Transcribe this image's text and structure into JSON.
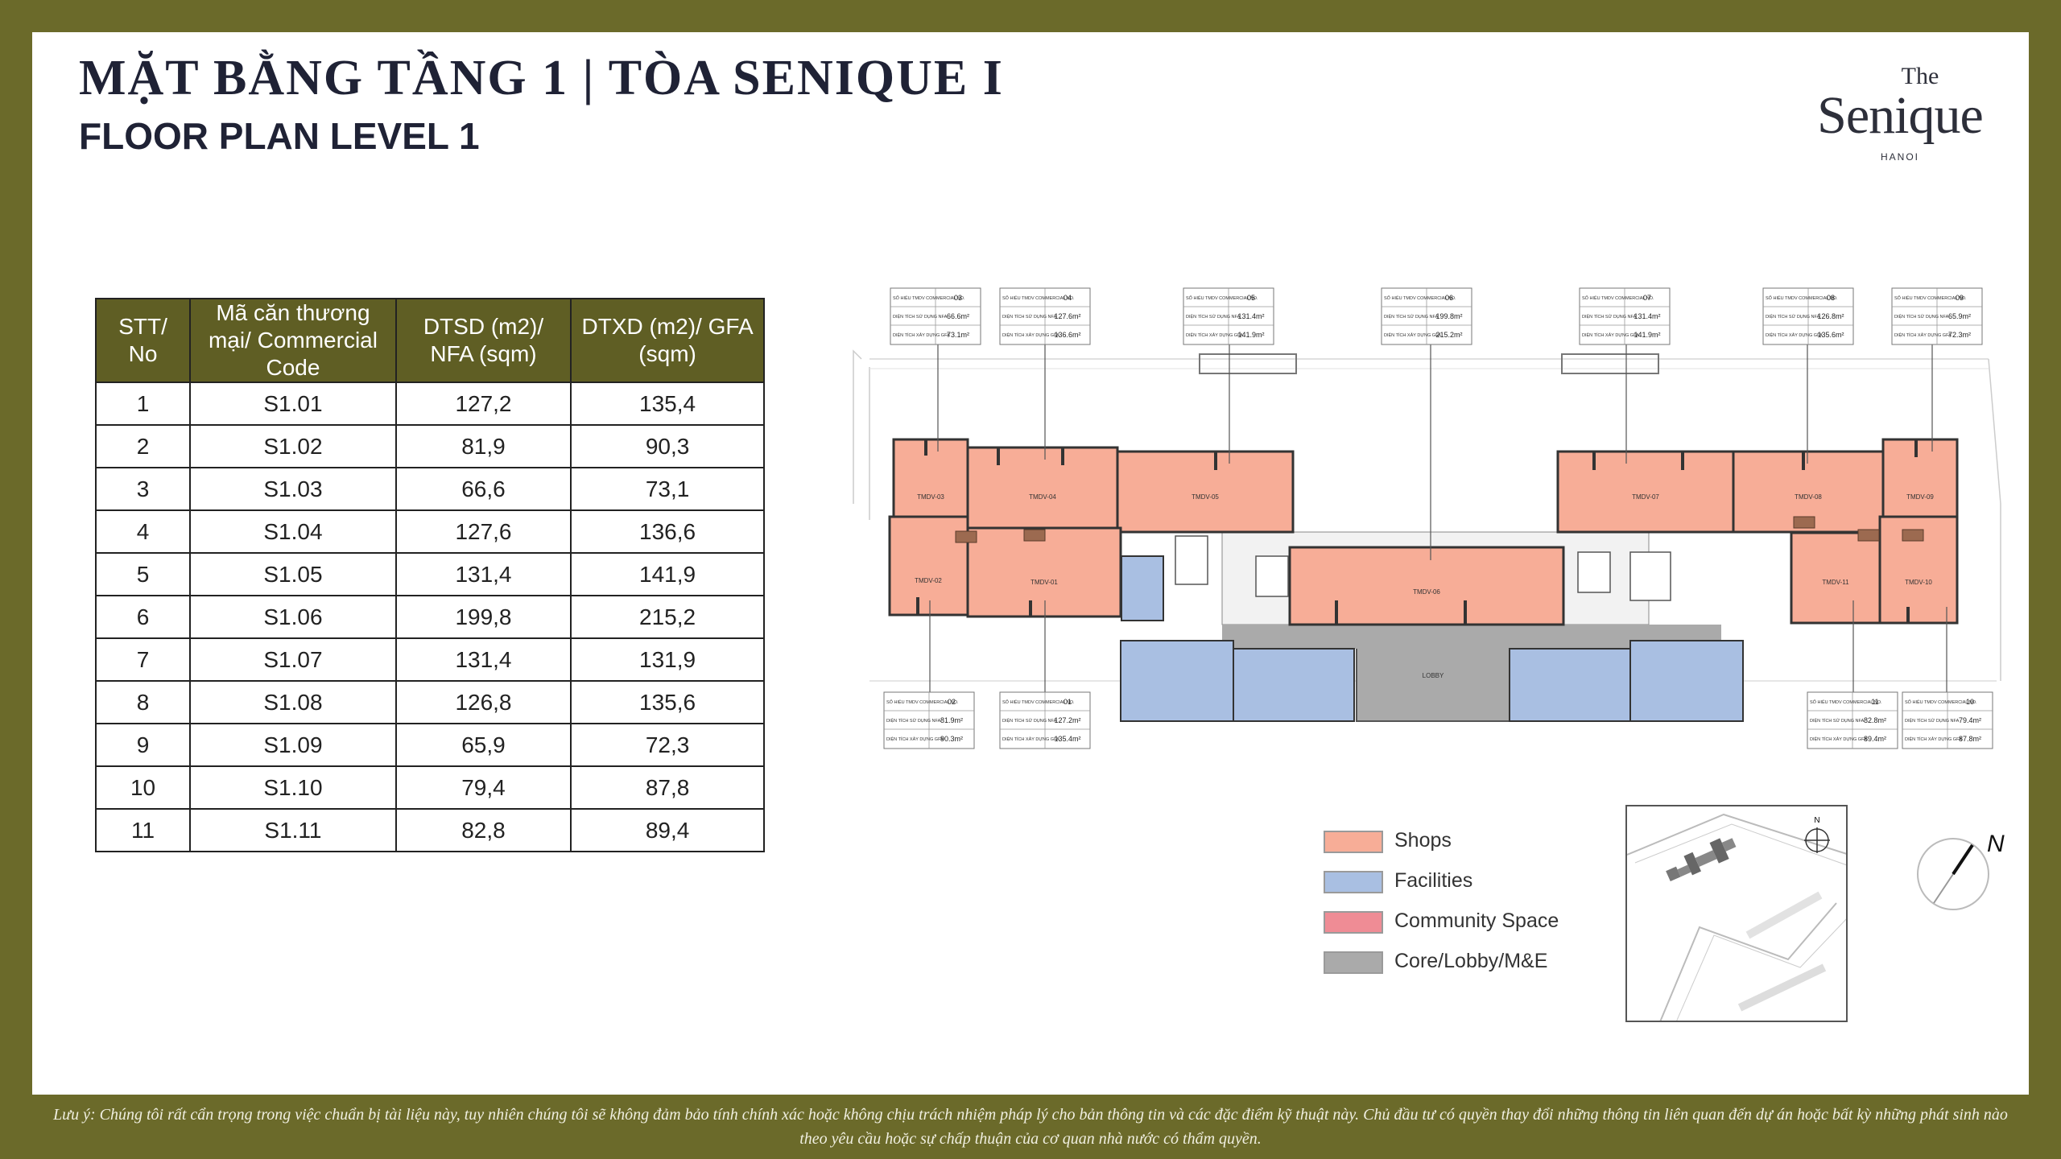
{
  "header": {
    "title_vn": "MẶT BẰNG TẦNG 1 | TÒA SENIQUE I",
    "title_en": "FLOOR PLAN LEVEL 1"
  },
  "logo": {
    "the": "The",
    "name": "Senique",
    "city": "HANOI"
  },
  "table": {
    "headers": [
      "STT/ No",
      "Mã căn thương mại/ Commercial Code",
      "DTSD (m2)/ NFA (sqm)",
      "DTXD (m2)/ GFA (sqm)"
    ],
    "rows": [
      [
        "1",
        "S1.01",
        "127,2",
        "135,4"
      ],
      [
        "2",
        "S1.02",
        "81,9",
        "90,3"
      ],
      [
        "3",
        "S1.03",
        "66,6",
        "73,1"
      ],
      [
        "4",
        "S1.04",
        "127,6",
        "136,6"
      ],
      [
        "5",
        "S1.05",
        "131,4",
        "141,9"
      ],
      [
        "6",
        "S1.06",
        "199,8",
        "215,2"
      ],
      [
        "7",
        "S1.07",
        "131,4",
        "131,9"
      ],
      [
        "8",
        "S1.08",
        "126,8",
        "135,6"
      ],
      [
        "9",
        "S1.09",
        "65,9",
        "72,3"
      ],
      [
        "10",
        "S1.10",
        "79,4",
        "87,8"
      ],
      [
        "11",
        "S1.11",
        "82,8",
        "89,4"
      ]
    ]
  },
  "plan": {
    "info_labels": {
      "code": "SỐ HIỆU TMDV COMMERCIAL NO.",
      "nfa": "DIỆN TÍCH SỬ DỤNG NFA",
      "gfa": "DIỆN TÍCH XÂY DỰNG GFA"
    },
    "info_boxes": [
      {
        "no": "03",
        "nfa": "66.6m²",
        "gfa": "73.1m²"
      },
      {
        "no": "04",
        "nfa": "127.6m²",
        "gfa": "136.6m²"
      },
      {
        "no": "05",
        "nfa": "131.4m²",
        "gfa": "141.9m²"
      },
      {
        "no": "06",
        "nfa": "199.8m²",
        "gfa": "215.2m²"
      },
      {
        "no": "07",
        "nfa": "131.4m²",
        "gfa": "141.9m²"
      },
      {
        "no": "08",
        "nfa": "126.8m²",
        "gfa": "135.6m²"
      },
      {
        "no": "09",
        "nfa": "65.9m²",
        "gfa": "72.3m²"
      },
      {
        "no": "02",
        "nfa": "81.9m²",
        "gfa": "90.3m²"
      },
      {
        "no": "01",
        "nfa": "127.2m²",
        "gfa": "135.4m²"
      },
      {
        "no": "11",
        "nfa": "82.8m²",
        "gfa": "89.4m²"
      },
      {
        "no": "10",
        "nfa": "79.4m²",
        "gfa": "87.8m²"
      }
    ],
    "room_labels": [
      "TMDV-03",
      "TMDV-04",
      "TMDV-05",
      "TMDV-07",
      "TMDV-08",
      "TMDV-09",
      "TMDV-02",
      "TMDV-01",
      "TMDV-06",
      "TMDV-11",
      "TMDV-10",
      "LOBBY"
    ]
  },
  "legend": [
    {
      "label": "Shops",
      "color": "#f7ad97"
    },
    {
      "label": "Facilities",
      "color": "#a9bfe2"
    },
    {
      "label": "Community Space",
      "color": "#ef8c95"
    },
    {
      "label": "Core/Lobby/M&E",
      "color": "#aaaaaa"
    }
  ],
  "keymap": {
    "north": "N"
  },
  "compass": {
    "north": "N"
  },
  "colors": {
    "frame": "#6b6a2a",
    "table_header": "#5f5e24",
    "shop": "#f7ad97",
    "facility": "#a9bfe2",
    "core": "#aaaaaa"
  },
  "disclaimer": "Lưu ý: Chúng tôi rất cẩn trọng trong việc chuẩn bị tài liệu này, tuy nhiên chúng tôi sẽ không đảm bảo tính chính xác hoặc không chịu trách nhiệm pháp lý cho bản thông tin và các đặc điểm kỹ thuật này. Chủ đầu tư có quyền thay đổi những thông tin liên quan đến dự án hoặc bất kỳ những phát sinh nào theo yêu cầu hoặc sự chấp thuận của cơ quan nhà nước có thẩm quyền."
}
